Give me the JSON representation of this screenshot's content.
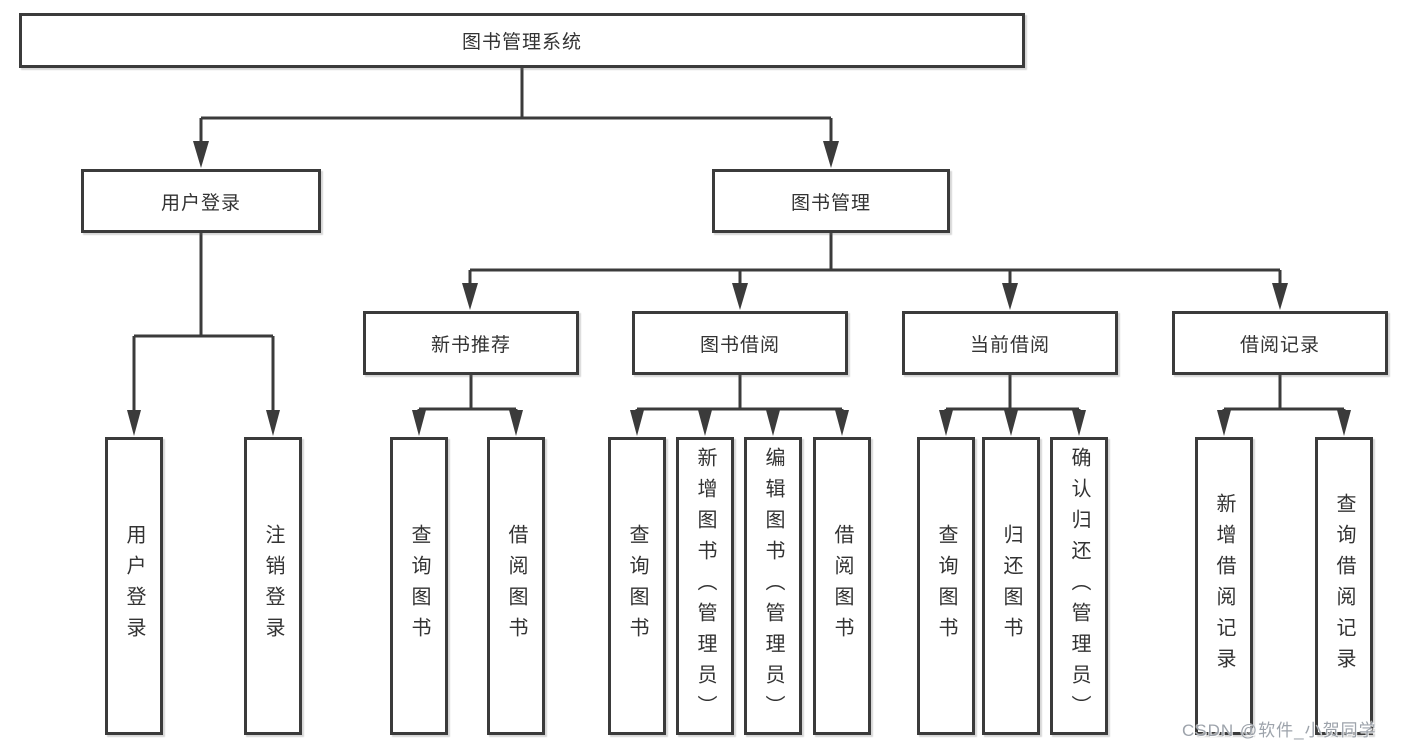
{
  "diagram_type": "hierarchy-tree",
  "colors": {
    "line": "#3b3b3b",
    "text": "#333333",
    "watermark": "#9da3ab",
    "background": "#ffffff"
  },
  "watermark": "CSDN @软件_小贺同学",
  "tree": {
    "label": "图书管理系统",
    "children": [
      {
        "label": "用户登录",
        "children": [
          {
            "label": "用户登录"
          },
          {
            "label": "注销登录"
          }
        ]
      },
      {
        "label": "图书管理",
        "children": [
          {
            "label": "新书推荐",
            "children": [
              {
                "label": "查询图书"
              },
              {
                "label": "借阅图书"
              }
            ]
          },
          {
            "label": "图书借阅",
            "children": [
              {
                "label": "查询图书"
              },
              {
                "label": "新增图书（管理员）"
              },
              {
                "label": "编辑图书（管理员）"
              },
              {
                "label": "借阅图书"
              }
            ]
          },
          {
            "label": "当前借阅",
            "children": [
              {
                "label": "查询图书"
              },
              {
                "label": "归还图书"
              },
              {
                "label": "确认归还（管理员）"
              }
            ]
          },
          {
            "label": "借阅记录",
            "children": [
              {
                "label": "新增借阅记录"
              },
              {
                "label": "查询借阅记录"
              }
            ]
          }
        ]
      }
    ]
  }
}
